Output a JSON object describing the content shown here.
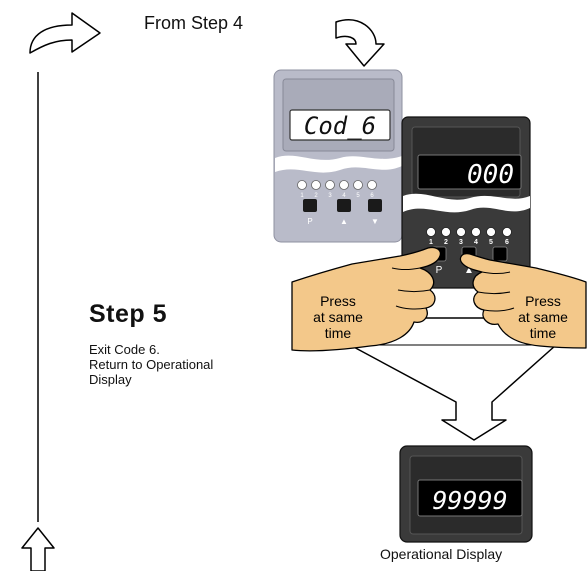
{
  "from_step_label": "From Step 4",
  "step": {
    "title": "Step 5",
    "description_lines": [
      "Exit  Code 6.",
      "Return to Operational",
      "Display"
    ]
  },
  "back_panel": {
    "display_text": "Cod_6",
    "button_numbers": [
      "1",
      "2",
      "3",
      "4",
      "5",
      "6"
    ],
    "key_labels": [
      "P",
      "▲",
      "▼"
    ]
  },
  "front_panel": {
    "display_text": "000",
    "button_numbers": [
      "1",
      "2",
      "3",
      "4",
      "5",
      "6"
    ],
    "key_labels": [
      "P",
      "▲",
      "▼"
    ]
  },
  "hands": {
    "left_label": [
      "Press",
      "at same",
      "time"
    ],
    "right_label": [
      "Press",
      "at same",
      "time"
    ]
  },
  "operational": {
    "display_text": "99999",
    "caption": "Operational Display"
  },
  "colors": {
    "back_panel_body": "#b9bbc9",
    "back_panel_display": "#ffffff",
    "front_panel_body": "#3a3a3a",
    "front_panel_display": "#000000",
    "skin": "#f3c88a"
  },
  "icons": [
    "curved-arrow-up-right-icon",
    "curved-arrow-down-icon",
    "arrow-up-outline-icon",
    "funnel-arrow-down-icon"
  ]
}
